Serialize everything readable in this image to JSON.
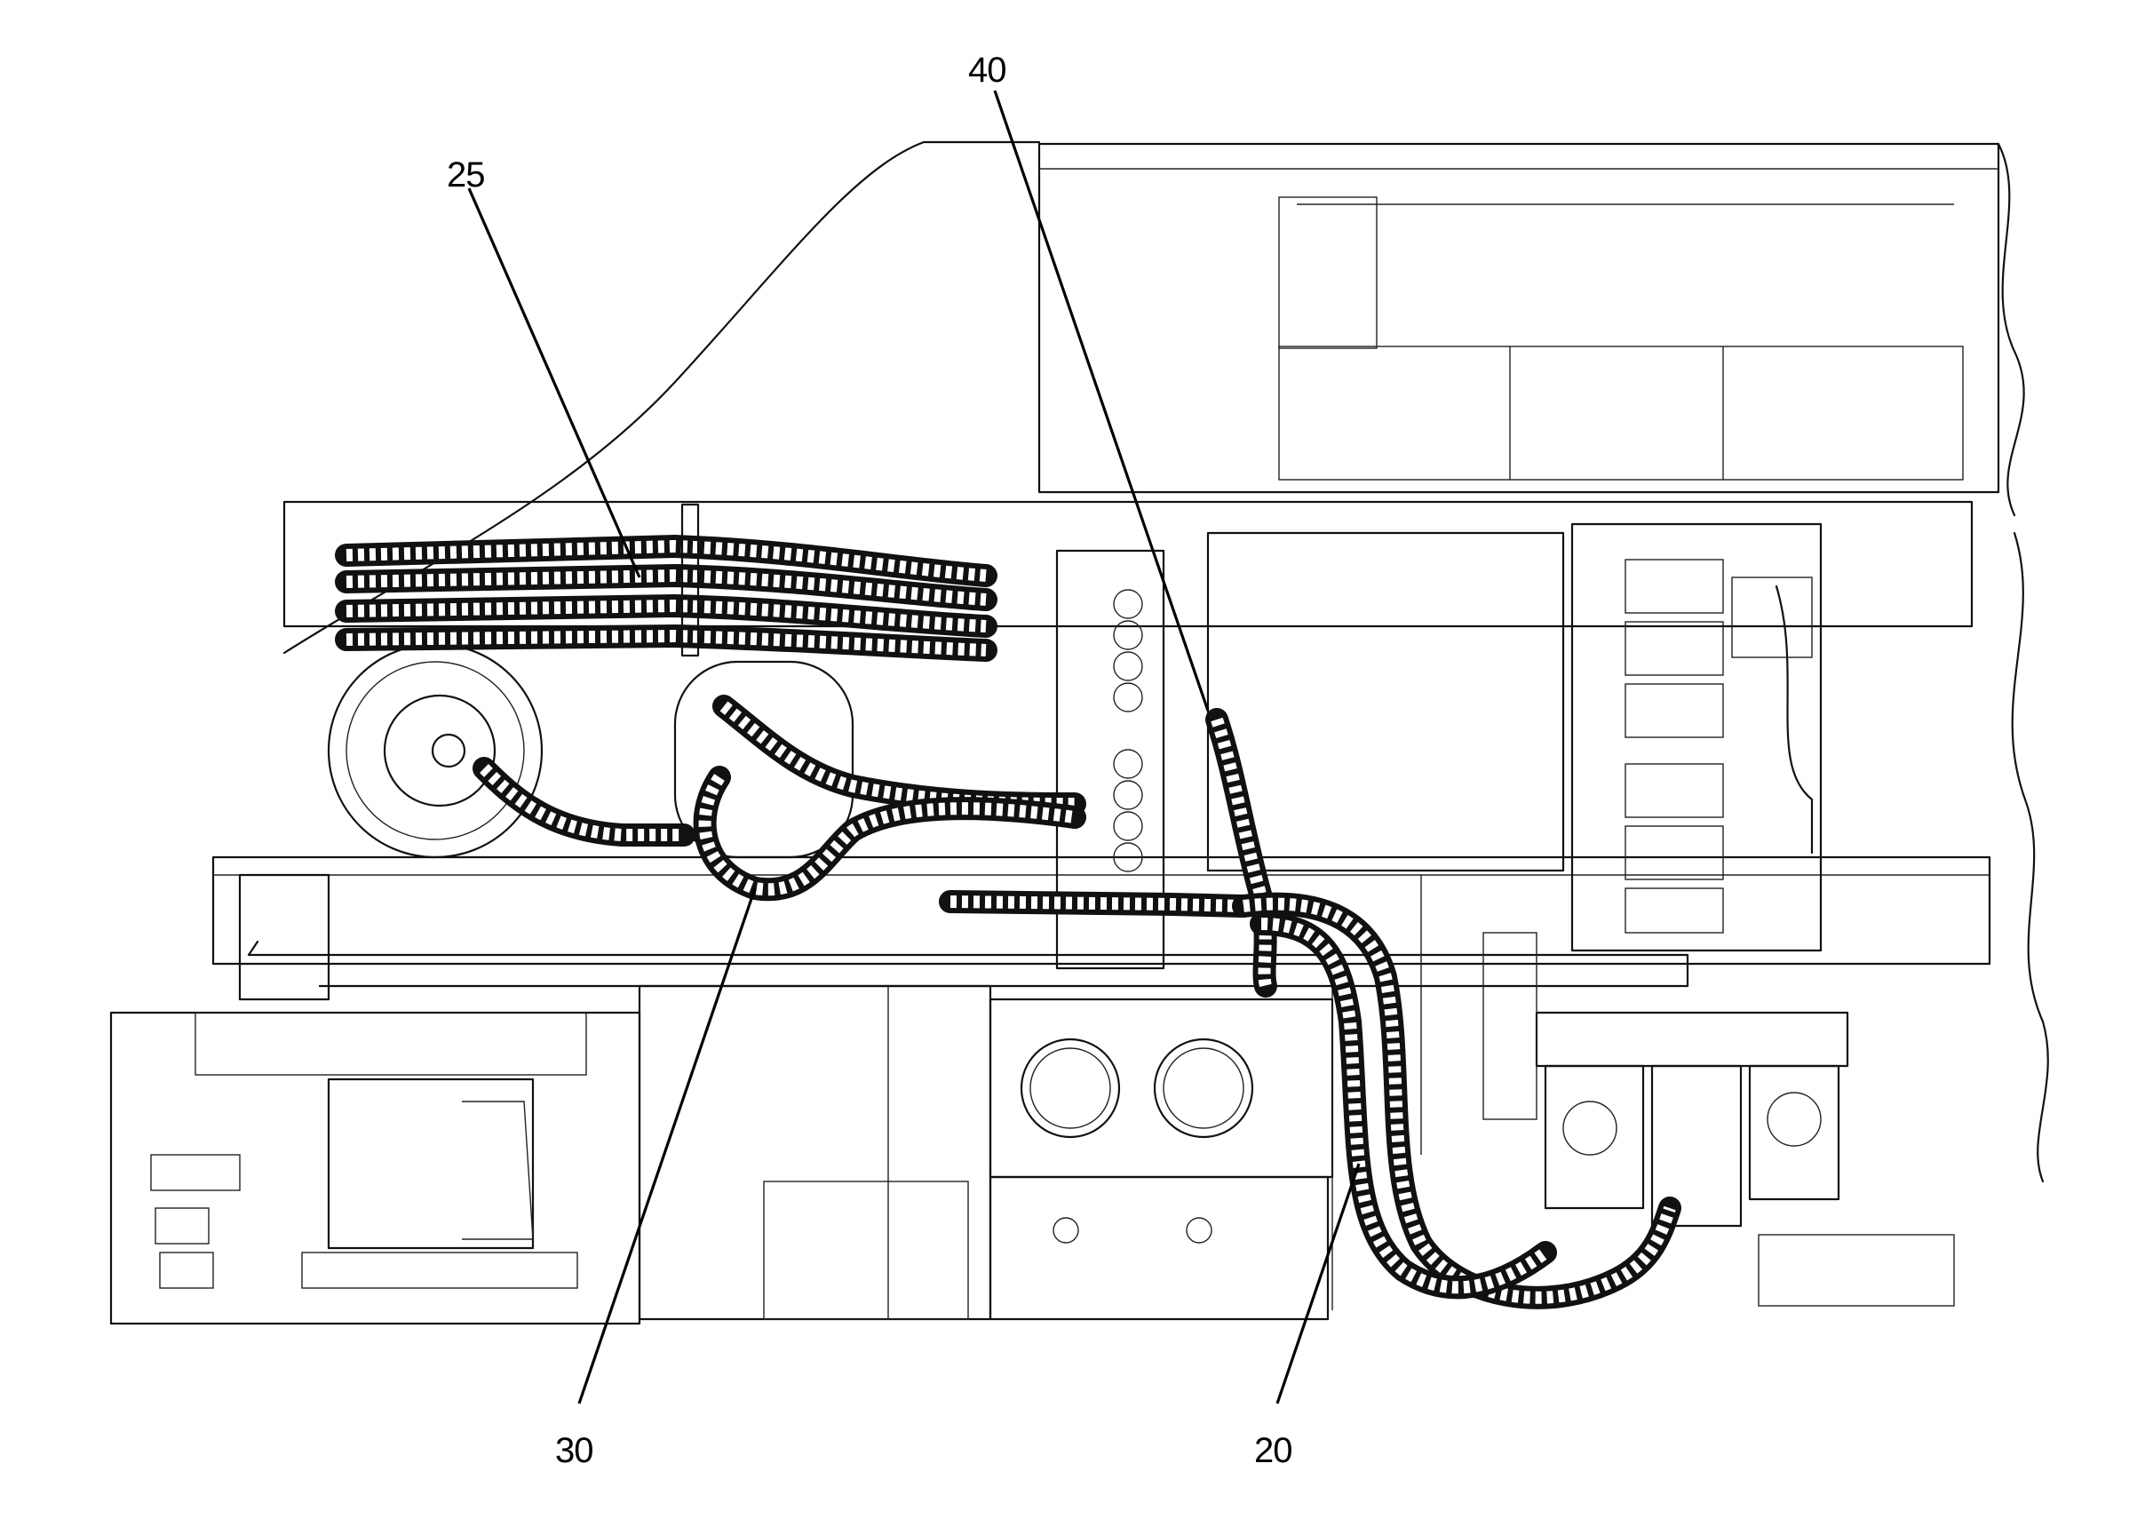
{
  "callouts": [
    {
      "id": "25",
      "text": "25"
    },
    {
      "id": "40",
      "text": "40"
    },
    {
      "id": "30",
      "text": "30"
    },
    {
      "id": "20",
      "text": "20"
    }
  ],
  "colors": {
    "ink": "#111111",
    "paper": "#ffffff"
  }
}
